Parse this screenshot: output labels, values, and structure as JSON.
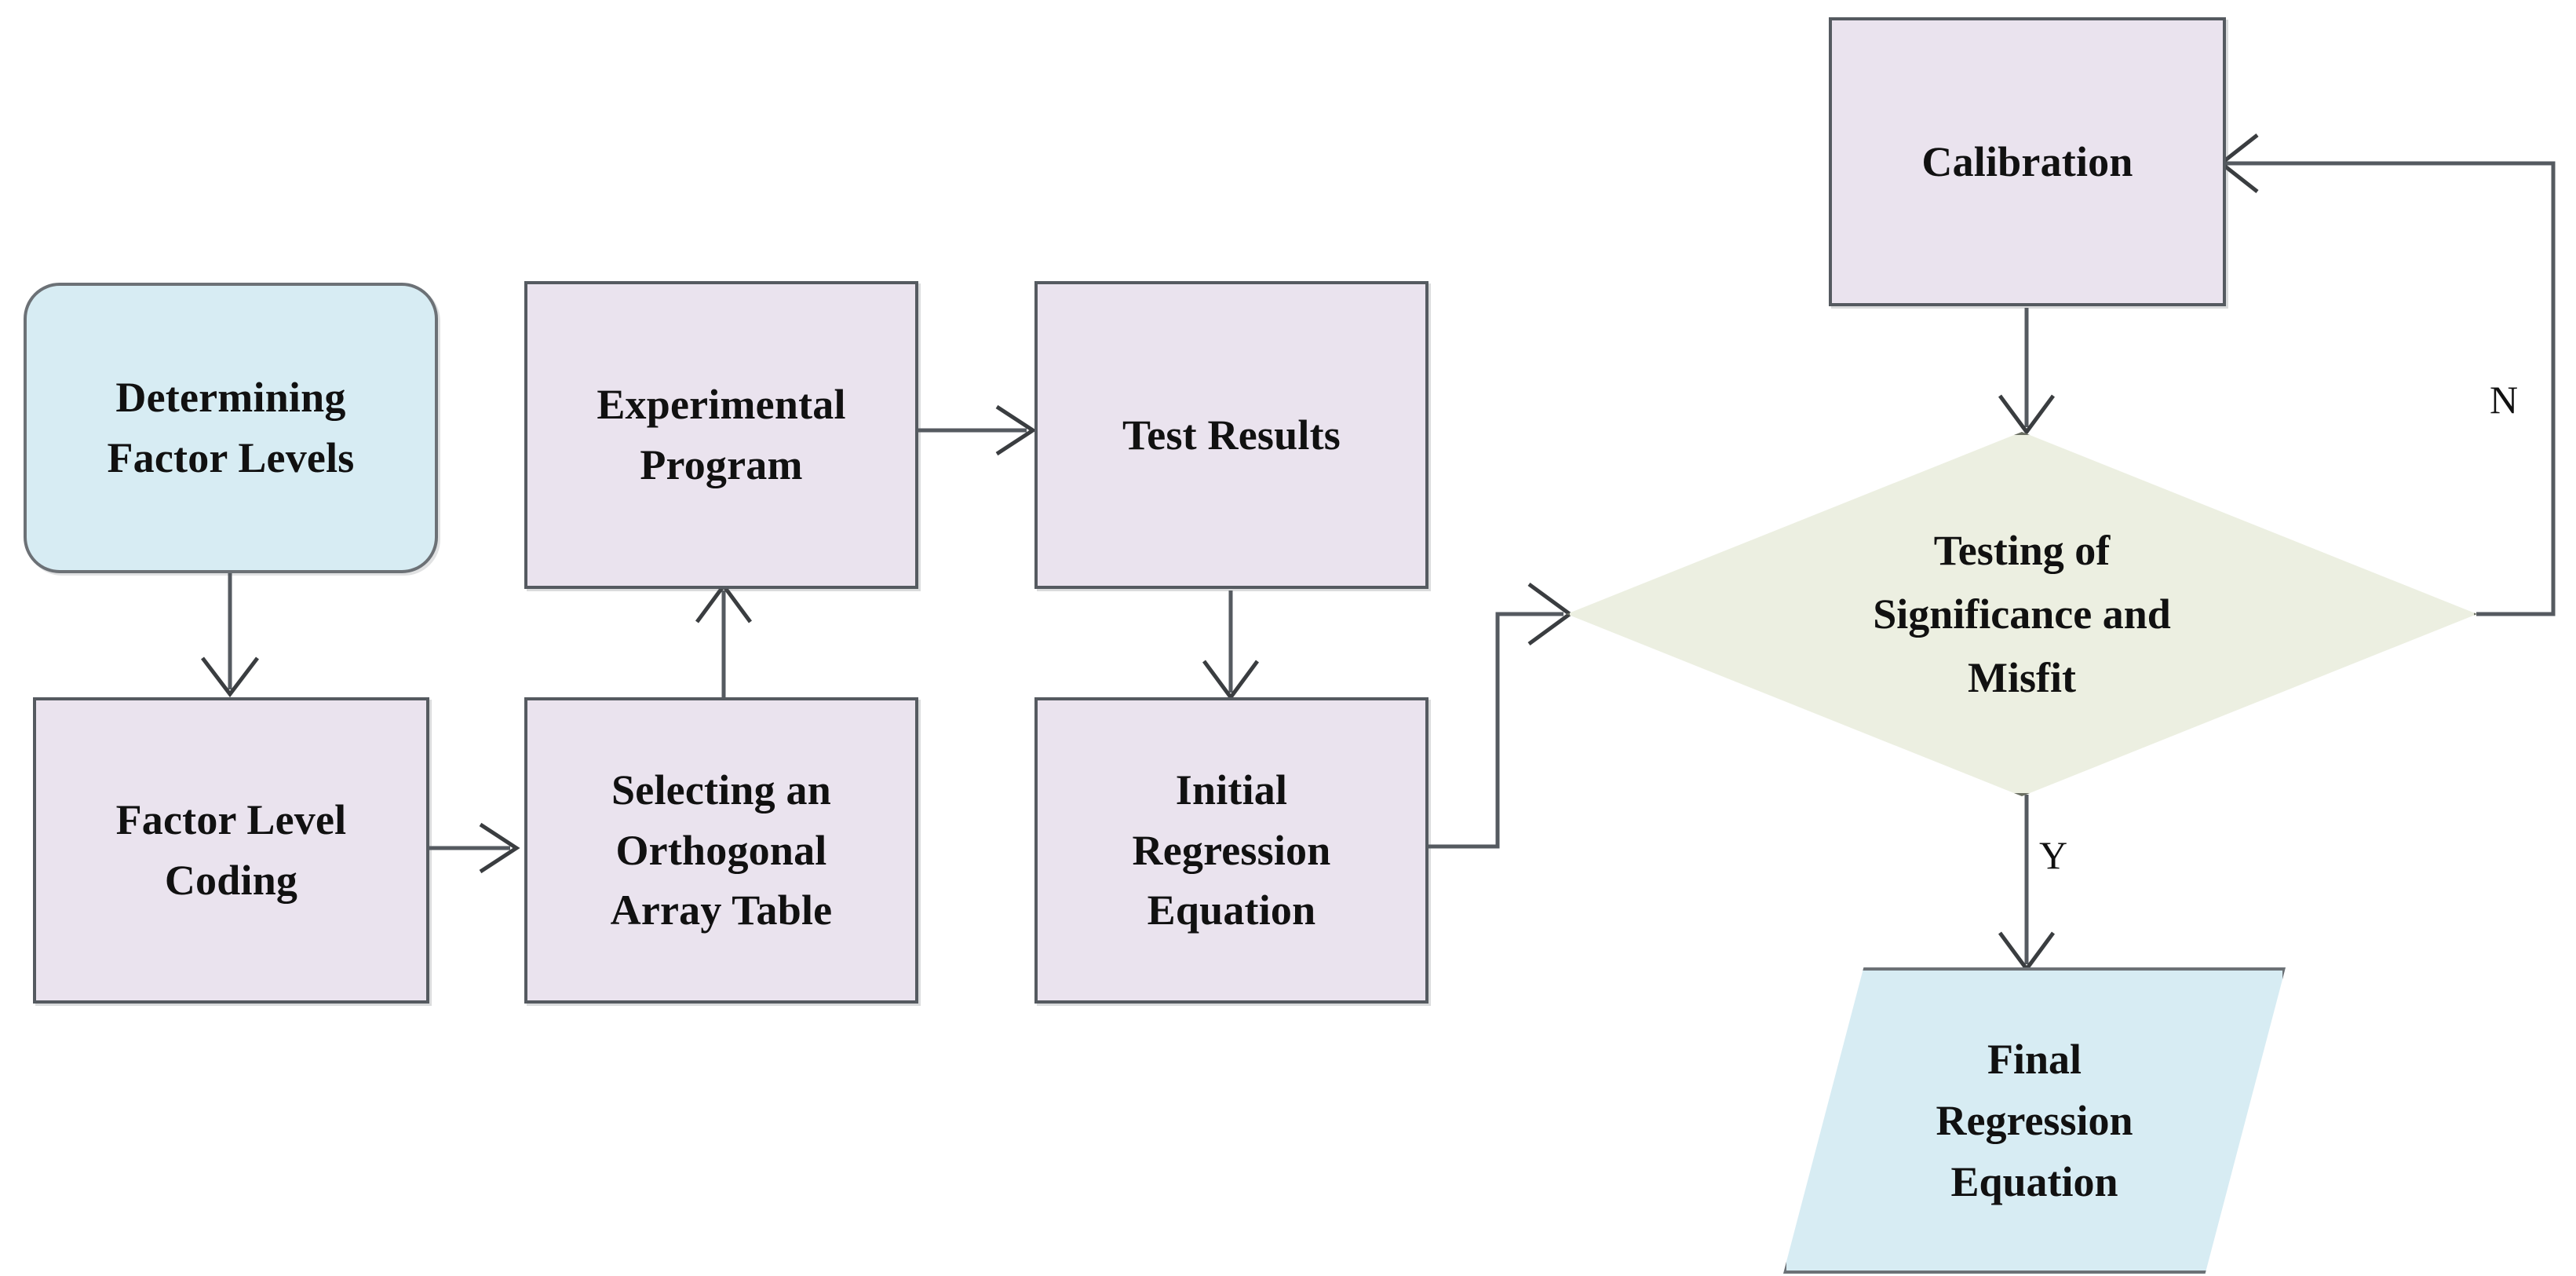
{
  "diagram": {
    "title": "Orthogonal experiment regression modelling flowchart",
    "colors": {
      "process_fill": "#eae3ee",
      "terminator_fill": "#d7ecf3",
      "decision_fill": "#ecefe1",
      "border": "#555a60",
      "connector": "#555a60",
      "text": "#111111",
      "background": "#ffffff"
    },
    "nodes": [
      {
        "id": "determining-factor-levels",
        "shape": "rounded-rectangle",
        "label": "Determining\nFactor Levels"
      },
      {
        "id": "factor-level-coding",
        "shape": "rectangle",
        "label": "Factor Level\nCoding"
      },
      {
        "id": "experimental-program",
        "shape": "rectangle",
        "label": "Experimental\nProgram"
      },
      {
        "id": "selecting-orthogonal-array-table",
        "shape": "rectangle",
        "label": "Selecting an\nOrthogonal\nArray Table"
      },
      {
        "id": "test-results",
        "shape": "rectangle",
        "label": "Test Results"
      },
      {
        "id": "initial-regression-equation",
        "shape": "rectangle",
        "label": "Initial\nRegression\nEquation"
      },
      {
        "id": "calibration",
        "shape": "rectangle",
        "label": "Calibration"
      },
      {
        "id": "testing-of-significance-and-misfit",
        "shape": "diamond",
        "label": "Testing of\nSignificance and\nMisfit"
      },
      {
        "id": "final-regression-equation",
        "shape": "parallelogram",
        "label": "Final\nRegression\nEquation"
      }
    ],
    "edge_labels": {
      "no": "N",
      "yes": "Y"
    },
    "edges": [
      {
        "from": "determining-factor-levels",
        "to": "factor-level-coding",
        "label": ""
      },
      {
        "from": "factor-level-coding",
        "to": "selecting-orthogonal-array-table",
        "label": ""
      },
      {
        "from": "selecting-orthogonal-array-table",
        "to": "experimental-program",
        "label": ""
      },
      {
        "from": "experimental-program",
        "to": "test-results",
        "label": ""
      },
      {
        "from": "test-results",
        "to": "initial-regression-equation",
        "label": ""
      },
      {
        "from": "initial-regression-equation",
        "to": "testing-of-significance-and-misfit",
        "label": ""
      },
      {
        "from": "testing-of-significance-and-misfit",
        "to": "calibration",
        "label": "N"
      },
      {
        "from": "calibration",
        "to": "testing-of-significance-and-misfit",
        "label": ""
      },
      {
        "from": "testing-of-significance-and-misfit",
        "to": "final-regression-equation",
        "label": "Y"
      }
    ]
  }
}
